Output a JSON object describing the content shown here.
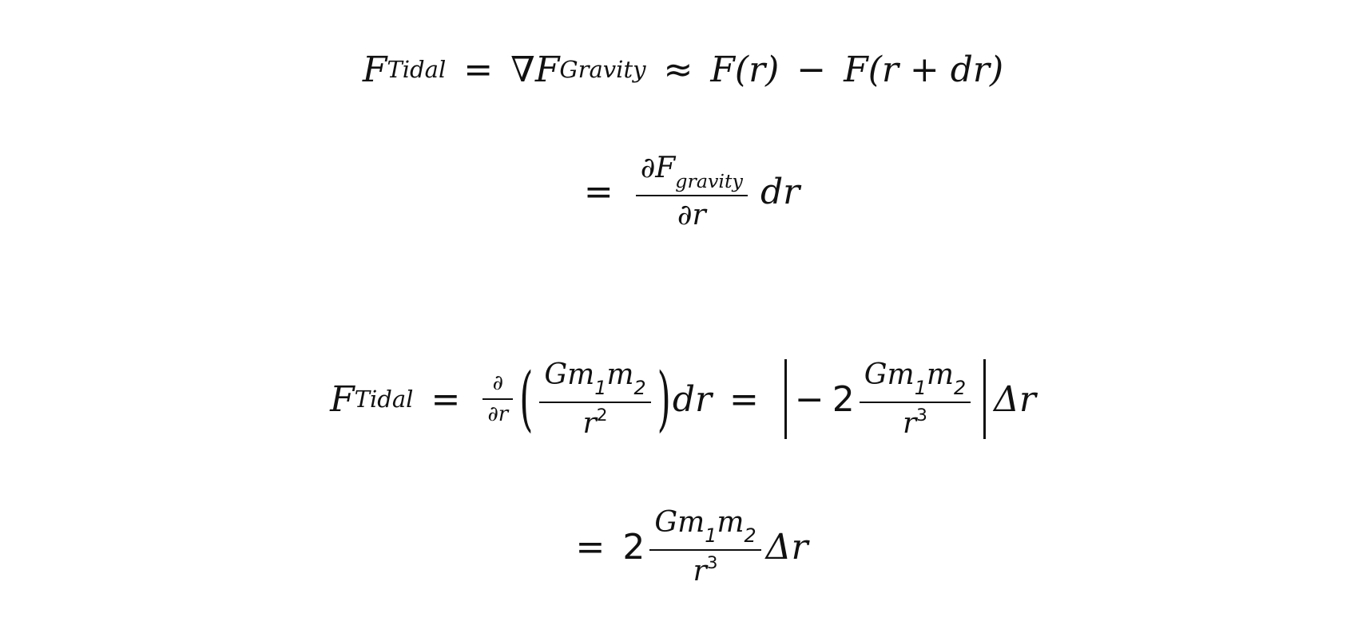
{
  "eq1": {
    "F": "F",
    "sub_tidal": "Tidal",
    "eq": "=",
    "nabla": "∇F",
    "sub_gravity": "Gravity",
    "approx": "≈",
    "Fr": "F(r)",
    "minus": "−",
    "Frdr": "F(r + dr)"
  },
  "eq2": {
    "eq": "=",
    "num_partial": "∂F",
    "num_sub": "gravity",
    "den": "∂r",
    "dr": "dr"
  },
  "eq3": {
    "F": "F",
    "sub_tidal": "Tidal",
    "eq": "=",
    "d_num": "∂",
    "d_den": "∂r",
    "lparen": "(",
    "g_num_G": "Gm",
    "g_num_s1": "1",
    "g_num_m": "m",
    "g_num_s2": "2",
    "g_den_r": "r",
    "g_den_exp": "2",
    "rparen": ")",
    "dr": "dr",
    "eq2": "=",
    "minus": "−",
    "two": "2",
    "h_num_G": "Gm",
    "h_num_s1": "1",
    "h_num_m": "m",
    "h_num_s2": "2",
    "h_den_r": "r",
    "h_den_exp": "3",
    "delta": "Δr"
  },
  "eq4": {
    "eq": "=",
    "two": "2",
    "num_G": "Gm",
    "num_s1": "1",
    "num_m": "m",
    "num_s2": "2",
    "den_r": "r",
    "den_exp": "3",
    "delta": "Δr"
  }
}
